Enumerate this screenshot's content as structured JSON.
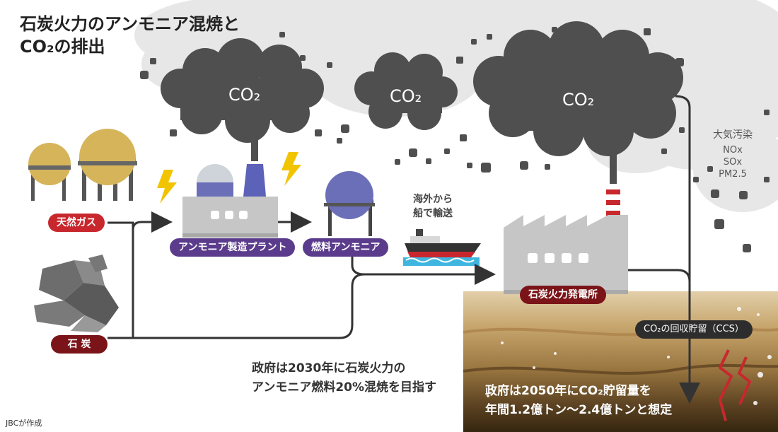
{
  "title": {
    "line1": "石炭火力のアンモニア混焼と",
    "line2": "CO₂の排出"
  },
  "clouds": {
    "left": "CO₂",
    "middle": "CO₂",
    "right": "CO₂"
  },
  "labels": {
    "natural_gas": "天然ガス",
    "coal": "石 炭",
    "ammonia_plant": "アンモニア製造プラント",
    "fuel_ammonia": "燃料アンモニア",
    "power_plant": "石炭火力発電所",
    "ccs": "CO₂の回収貯留（CCS）"
  },
  "shipping": {
    "line1": "海外から",
    "line2": "船で輸送"
  },
  "pollution": {
    "title": "大気汚染",
    "items": [
      "NOx",
      "SOx",
      "PM2.5"
    ]
  },
  "notes": {
    "government_2030": {
      "line1": "政府は2030年に石炭火力の",
      "line2": "アンモニア燃料20%混焼を目指す"
    },
    "government_2050": {
      "line1": "政府は2050年にCO₂貯留量を",
      "line2": "年間1.2億トン～2.4億トンと想定"
    }
  },
  "credit": "JBCが作成",
  "colors": {
    "smoke_dark": "#4f4f4f",
    "smoke_light": "#e6e6e6",
    "red_pill": "#c8282d",
    "dark_red_pill": "#7a1418",
    "purple_pill": "#5b3c8c",
    "gas_tank": "#d6b45a",
    "ammonia_tank": "#6b6fb8",
    "soil_top": "#ddc9a4",
    "soil_bottom": "#3e2c17",
    "water": "#3fb6e0",
    "lightning": "#f2c400"
  }
}
